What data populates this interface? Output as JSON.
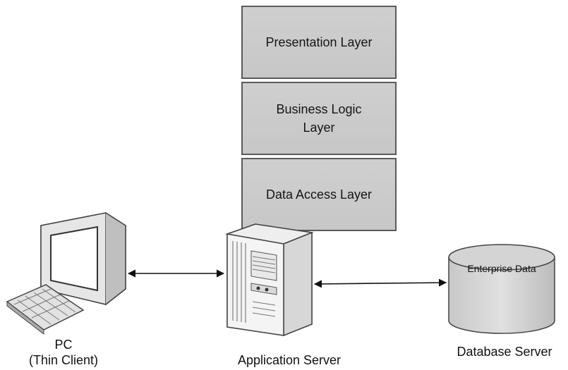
{
  "layers": {
    "presentation": "Presentation Layer",
    "business": "Business Logic\nLayer",
    "data_access": "Data Access Layer"
  },
  "nodes": {
    "pc": "PC\n(Thin Client)",
    "app_server": "Application Server",
    "db_server": "Database Server",
    "db_label": "Enterprise Data"
  }
}
